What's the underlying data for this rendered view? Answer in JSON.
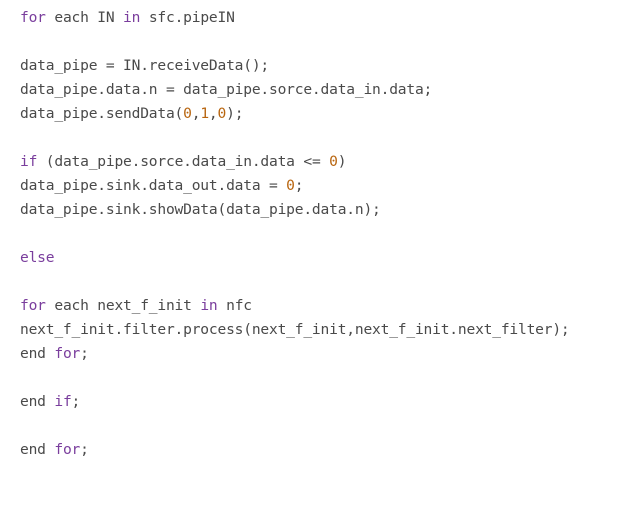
{
  "colors": {
    "text": "#4a4a4a",
    "keyword": "#7a3e9d",
    "number": "#b8650f"
  },
  "lines": [
    [
      [
        "kw",
        "for"
      ],
      [
        "t",
        " each IN "
      ],
      [
        "kw",
        "in"
      ],
      [
        "t",
        " sfc.pipeIN"
      ]
    ],
    [],
    [
      [
        "t",
        "data_pipe = IN.receiveData();"
      ]
    ],
    [
      [
        "t",
        "data_pipe.data.n = data_pipe.sorce.data_in.data;"
      ]
    ],
    [
      [
        "t",
        "data_pipe.sendData("
      ],
      [
        "num",
        "0"
      ],
      [
        "t",
        ","
      ],
      [
        "num",
        "1"
      ],
      [
        "t",
        ","
      ],
      [
        "num",
        "0"
      ],
      [
        "t",
        ");"
      ]
    ],
    [],
    [
      [
        "kw",
        "if"
      ],
      [
        "t",
        " (data_pipe.sorce.data_in.data <= "
      ],
      [
        "num",
        "0"
      ],
      [
        "t",
        ")"
      ]
    ],
    [
      [
        "t",
        "data_pipe.sink.data_out.data = "
      ],
      [
        "num",
        "0"
      ],
      [
        "t",
        ";"
      ]
    ],
    [
      [
        "t",
        "data_pipe.sink.showData(data_pipe.data.n);"
      ]
    ],
    [],
    [
      [
        "kw",
        "else"
      ]
    ],
    [],
    [
      [
        "kw",
        "for"
      ],
      [
        "t",
        " each next_f_init "
      ],
      [
        "kw",
        "in"
      ],
      [
        "t",
        " nfc"
      ]
    ],
    [
      [
        "t",
        "next_f_init.filter.process(next_f_init,next_f_init.next_filter);"
      ]
    ],
    [
      [
        "t",
        "end "
      ],
      [
        "kw",
        "for"
      ],
      [
        "t",
        ";"
      ]
    ],
    [],
    [
      [
        "t",
        "end "
      ],
      [
        "kw",
        "if"
      ],
      [
        "t",
        ";"
      ]
    ],
    [],
    [
      [
        "t",
        "end "
      ],
      [
        "kw",
        "for"
      ],
      [
        "t",
        ";"
      ]
    ]
  ]
}
